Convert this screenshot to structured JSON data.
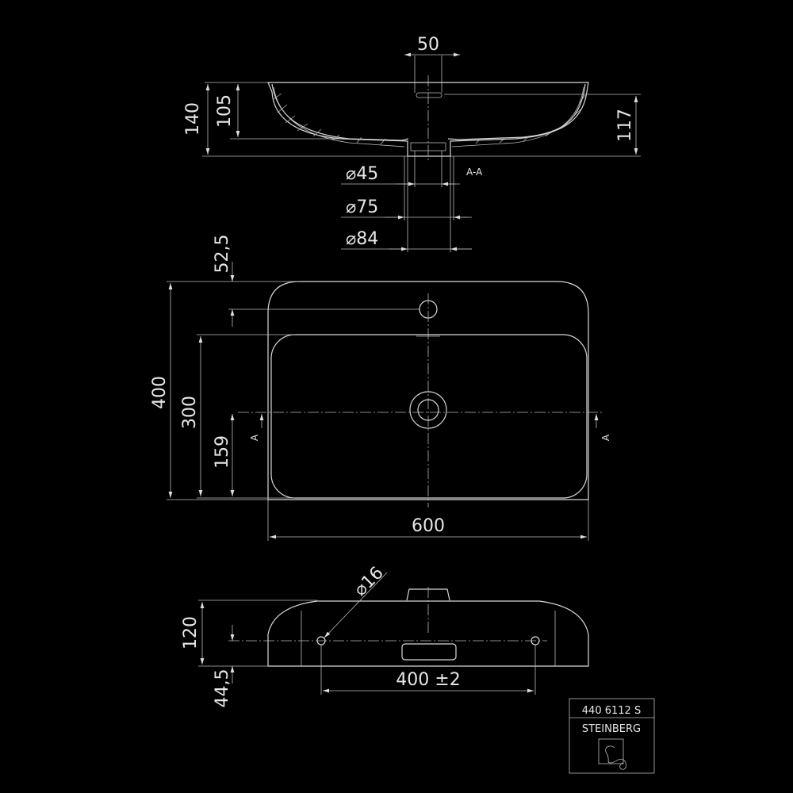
{
  "section": {
    "label": "A-A",
    "dims": {
      "tap_width": "50",
      "total_height": "140",
      "bowl_depth": "105",
      "tap_height": "117",
      "d45": "45",
      "d75": "75",
      "d84": "84"
    },
    "diameter_symbol": "⌀"
  },
  "plan": {
    "dims": {
      "tap_offset": "52,5",
      "depth": "400",
      "bowl_length": "300",
      "drain_offset": "159",
      "width": "600"
    },
    "section_marker": "A"
  },
  "rear": {
    "dims": {
      "height": "120",
      "hole_height": "44,5",
      "hole_spacing": "400 ±2",
      "hole_diameter": "⌀16"
    }
  },
  "title_block": {
    "article_number": "440 6112 S",
    "brand": "STEINBERG"
  }
}
